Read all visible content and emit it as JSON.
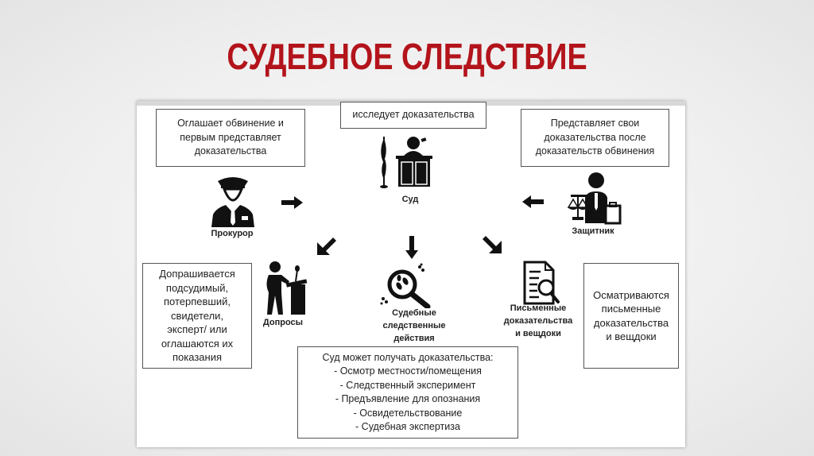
{
  "title": "СУДЕБНОЕ СЛЕДСТВИЕ",
  "boxes": {
    "prosecutor": [
      "Оглашает обвинение и",
      "первым представляет",
      "доказательства"
    ],
    "court": [
      "исследует доказательства"
    ],
    "defender": [
      "Представляет свои",
      "доказательства после",
      "доказательств обвинения"
    ],
    "interrogation": [
      "Допрашивается",
      "подсудимый,",
      "потерпевший,",
      "свидетели,",
      "эксперт/ или",
      "оглашаются их",
      "показания"
    ],
    "documents": [
      "Осматриваются",
      "письменные",
      "доказательства",
      "и вещдоки"
    ],
    "actions": [
      "Суд может получать доказательства:",
      "- Осмотр местности/помещения",
      "- Следственный эксперимент",
      "- Предъявление для опознания",
      "- Освидетельствование",
      "- Судебная экспертиза"
    ]
  },
  "labels": {
    "prosecutor": "Прокурор",
    "court": "Суд",
    "defender": "Защитник",
    "interrogation": "Допросы",
    "actions": [
      "Судебные",
      "следственные",
      "действия"
    ],
    "documents": [
      "Письменные",
      "доказательства",
      "и вещдоки"
    ]
  }
}
